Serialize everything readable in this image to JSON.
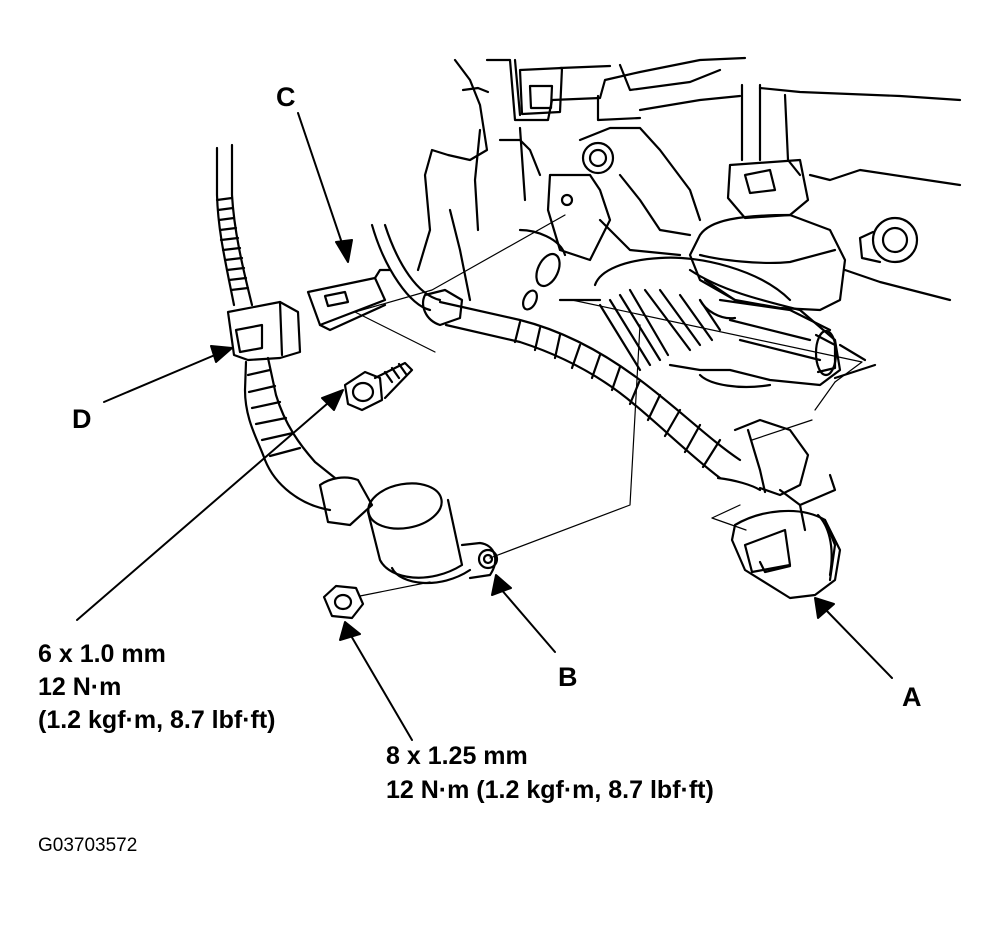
{
  "callouts": {
    "a": "A",
    "b": "B",
    "c": "C",
    "d": "D"
  },
  "bolt_6mm": {
    "size": "6 x 1.0 mm",
    "torque": "12 N·m",
    "torque_alt": "(1.2 kgf·m, 8.7 lbf·ft)"
  },
  "nut_8mm": {
    "size": "8 x 1.25 mm",
    "torque": "12 N·m (1.2 kgf·m, 8.7 lbf·ft)"
  },
  "figure_id": "G03703572",
  "colors": {
    "ink": "#000000",
    "paper": "#ffffff"
  }
}
